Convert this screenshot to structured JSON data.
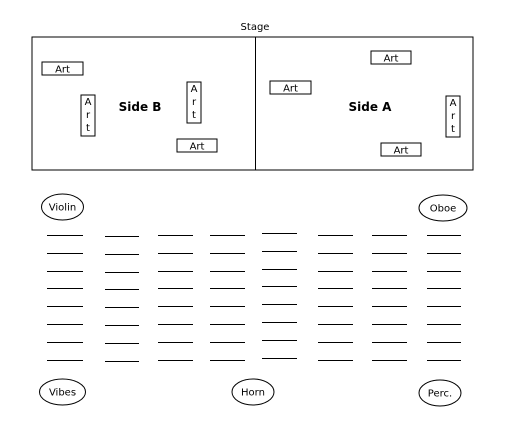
{
  "stage_label": "Stage",
  "sides": {
    "left": "Side B",
    "right": "Side A"
  },
  "art_label": "Art",
  "art_vertical_letters": [
    "A",
    "r",
    "t"
  ],
  "players": {
    "violin": "Violin",
    "oboe": "Oboe",
    "vibes": "Vibes",
    "horn": "Horn",
    "perc": "Perc."
  },
  "seating": {
    "columns": 8,
    "rows": 8
  },
  "colors": {
    "line": "#000000",
    "background": "#ffffff"
  }
}
